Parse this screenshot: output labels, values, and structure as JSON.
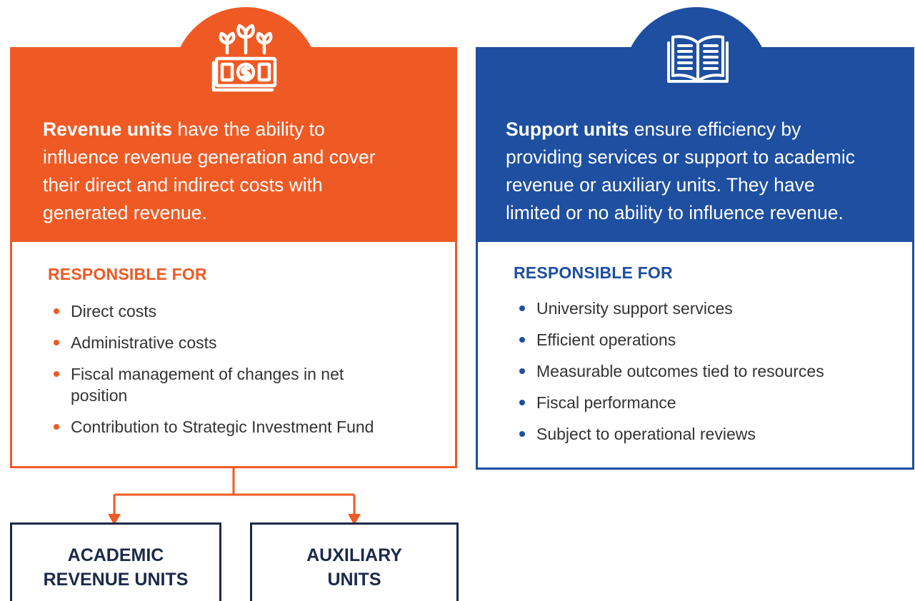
{
  "revenue_card": {
    "lead_bold": "Revenue units",
    "lead_lines": [
      " have the ability to",
      "influence revenue generation and cover",
      "their direct and indirect costs with",
      "generated revenue."
    ],
    "responsible_title": "RESPONSIBLE FOR",
    "items": [
      [
        "Direct costs"
      ],
      [
        "Administrative costs"
      ],
      [
        "Fiscal management of changes in net",
        "position"
      ],
      [
        "Contribution to Strategic Investment Fund"
      ]
    ],
    "icon": "money-plant-icon",
    "color": "#ef5a24"
  },
  "support_card": {
    "lead_bold": "Support units",
    "lead_lines": [
      " ensure efficiency by",
      "providing services or support to academic",
      "revenue or auxiliary units. They have",
      "limited or no ability to influence revenue."
    ],
    "responsible_title": "RESPONSIBLE FOR",
    "items": [
      [
        "University support services"
      ],
      [
        "Efficient operations"
      ],
      [
        "Measurable outcomes tied to resources"
      ],
      [
        "Fiscal performance"
      ],
      [
        "Subject to operational reviews"
      ]
    ],
    "icon": "open-book-icon",
    "color": "#1e4fa0"
  },
  "units": [
    {
      "lines": [
        "ACADEMIC",
        "REVENUE UNITS"
      ]
    },
    {
      "lines": [
        "AUXILIARY",
        "UNITS"
      ]
    }
  ],
  "colors": {
    "navy": "#1b2a4a"
  }
}
